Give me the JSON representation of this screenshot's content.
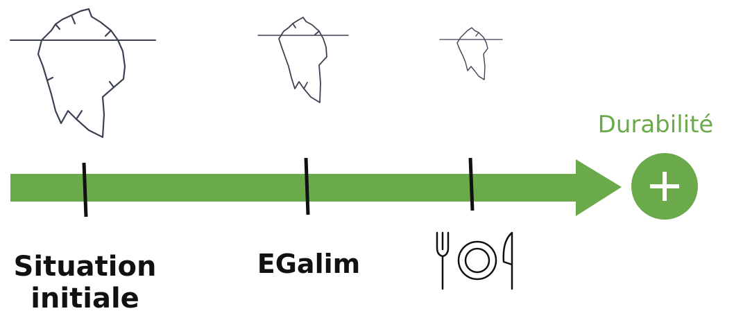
{
  "milestones": [
    {
      "label": "Situation\ninitiale"
    },
    {
      "label": "EGalim"
    },
    {
      "label": "",
      "icon": "plate-fork-knife-icon"
    }
  ],
  "goal": {
    "label": "Durabilité",
    "icon": "plus-icon"
  },
  "colors": {
    "arrow": "#6aaa4a",
    "tick": "#111111",
    "iceberg": "#3b4153",
    "label": "#111111"
  },
  "icons": [
    "iceberg-icon",
    "iceberg-icon",
    "iceberg-icon",
    "plate-fork-knife-icon",
    "plus-icon"
  ]
}
